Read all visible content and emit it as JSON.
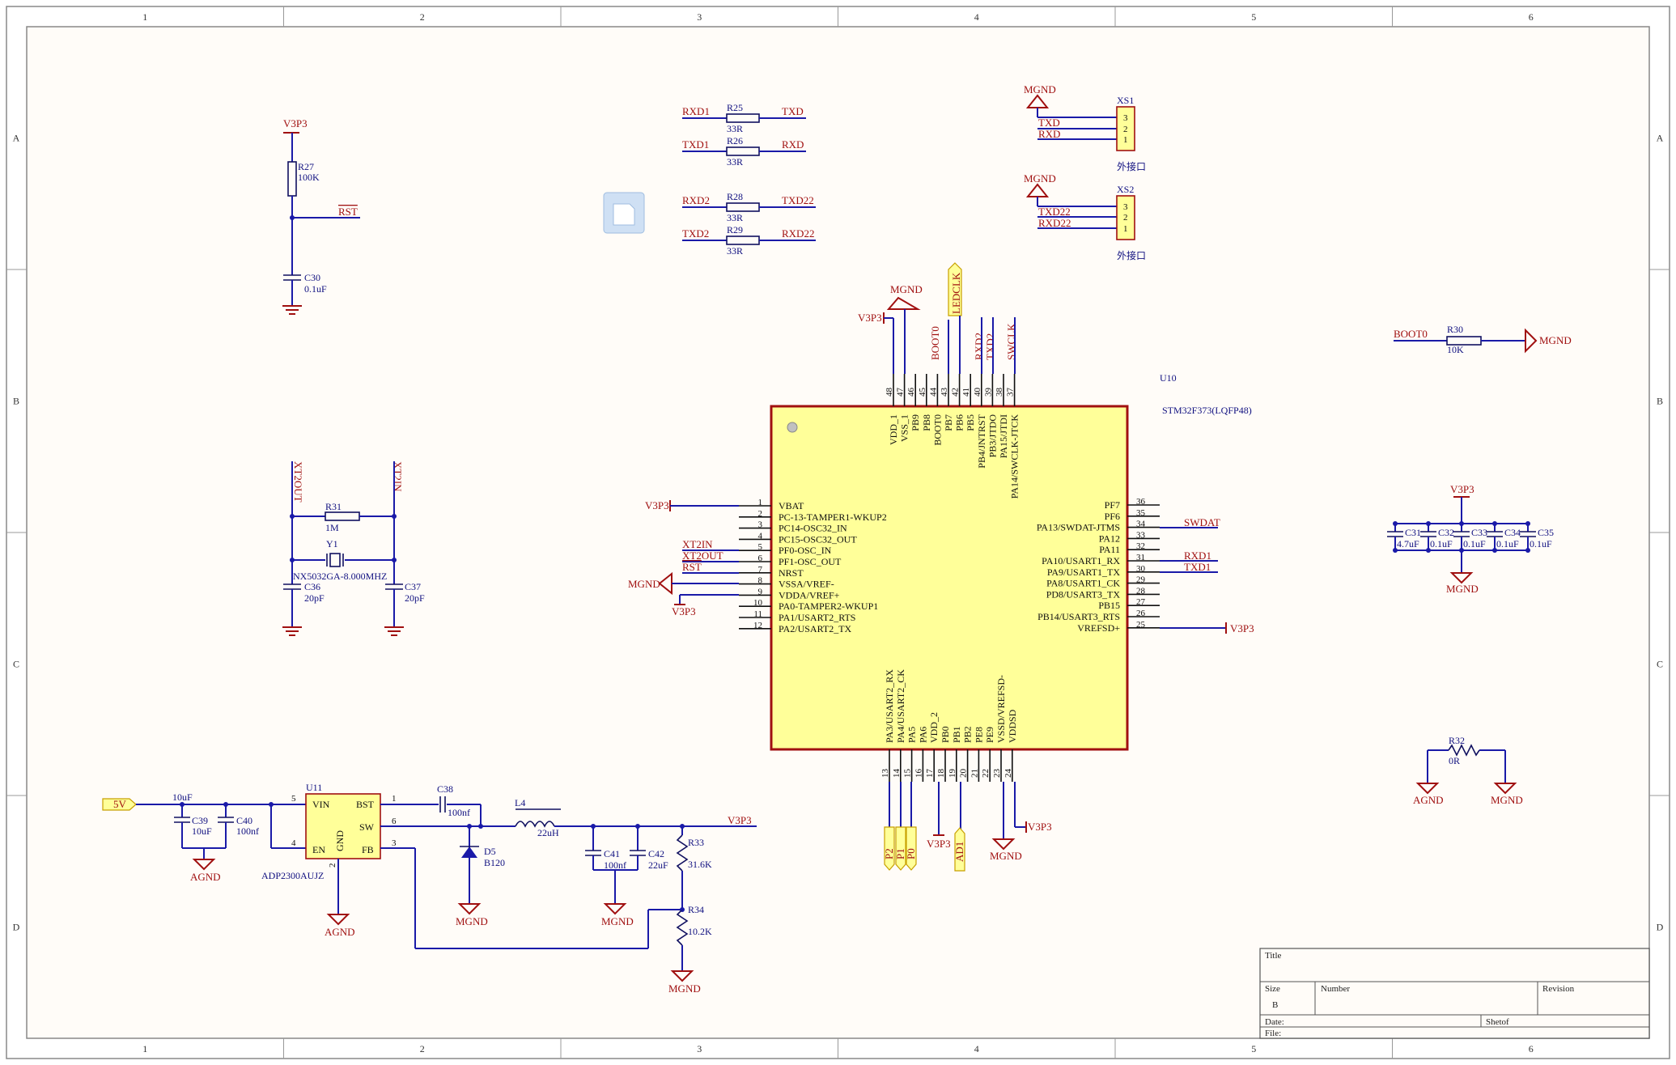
{
  "zones": {
    "columns": [
      "1",
      "2",
      "3",
      "4",
      "5",
      "6"
    ],
    "rows": [
      "A",
      "B",
      "C",
      "D"
    ]
  },
  "colors": {
    "wire": "#1a1aa8",
    "net_label": "#a01010",
    "ic_fill": "#ffff99",
    "ic_border": "#a01010",
    "sheet_bg": "#fffcf8"
  },
  "reset_circuit": {
    "supply": "V3P3",
    "resistor_ref": "R27",
    "resistor_val": "100K",
    "net": "RST",
    "cap_ref": "C30",
    "cap_val": "0.1uF"
  },
  "uart_resistors": [
    {
      "left": "RXD1",
      "ref": "R25",
      "val": "33R",
      "right": "TXD"
    },
    {
      "left": "TXD1",
      "ref": "R26",
      "val": "33R",
      "right": "RXD"
    },
    {
      "left": "RXD2",
      "ref": "R28",
      "val": "33R",
      "right": "TXD22"
    },
    {
      "left": "TXD2",
      "ref": "R29",
      "val": "33R",
      "right": "RXD22"
    }
  ],
  "connectors": [
    {
      "ref": "XS1",
      "gnd": "MGND",
      "nets": [
        "TXD",
        "RXD"
      ],
      "pins": [
        "3",
        "2",
        "1"
      ],
      "caption": "外接口"
    },
    {
      "ref": "XS2",
      "gnd": "MGND",
      "nets": [
        "TXD22",
        "RXD22"
      ],
      "pins": [
        "3",
        "2",
        "1"
      ],
      "caption": "外接口"
    }
  ],
  "crystal": {
    "net_left": "XT2OUT",
    "net_right": "XT2IN",
    "res_ref": "R31",
    "res_val": "1M",
    "xtal_ref": "Y1",
    "xtal_part": "NX5032GA-8.000MHZ",
    "cap_left_ref": "C36",
    "cap_left_val": "20pF",
    "cap_right_ref": "C37",
    "cap_right_val": "20pF"
  },
  "mcu": {
    "ref": "U10",
    "part": "STM32F373(LQFP48)",
    "left_pins": [
      {
        "num": "1",
        "name": "VBAT"
      },
      {
        "num": "2",
        "name": "PC-13-TAMPER1-WKUP2"
      },
      {
        "num": "3",
        "name": "PC14-OSC32_IN"
      },
      {
        "num": "4",
        "name": "PC15-OSC32_OUT"
      },
      {
        "num": "5",
        "name": "PF0-OSC_IN"
      },
      {
        "num": "6",
        "name": "PF1-OSC_OUT"
      },
      {
        "num": "7",
        "name": "NRST"
      },
      {
        "num": "8",
        "name": "VSSA/VREF-"
      },
      {
        "num": "9",
        "name": "VDDA/VREF+"
      },
      {
        "num": "10",
        "name": "PA0-TAMPER2-WKUP1"
      },
      {
        "num": "11",
        "name": "PA1/USART2_RTS"
      },
      {
        "num": "12",
        "name": "PA2/USART2_TX"
      }
    ],
    "right_pins": [
      {
        "num": "36",
        "name": "PF7"
      },
      {
        "num": "35",
        "name": "PF6"
      },
      {
        "num": "34",
        "name": "PA13/SWDAT-JTMS"
      },
      {
        "num": "33",
        "name": "PA12"
      },
      {
        "num": "32",
        "name": "PA11"
      },
      {
        "num": "31",
        "name": "PA10/USART1_RX"
      },
      {
        "num": "30",
        "name": "PA9/USART1_TX"
      },
      {
        "num": "29",
        "name": "PA8/USART1_CK"
      },
      {
        "num": "28",
        "name": "PD8/USART3_TX"
      },
      {
        "num": "27",
        "name": "PB15"
      },
      {
        "num": "26",
        "name": "PB14/USART3_RTS"
      },
      {
        "num": "25",
        "name": "VREFSD+"
      }
    ],
    "top_pins": [
      {
        "num": "48",
        "name": "VDD_1"
      },
      {
        "num": "47",
        "name": "VSS_1"
      },
      {
        "num": "46",
        "name": "PB9"
      },
      {
        "num": "45",
        "name": "PB8"
      },
      {
        "num": "44",
        "name": "BOOT0"
      },
      {
        "num": "43",
        "name": "PB7"
      },
      {
        "num": "42",
        "name": "PB6"
      },
      {
        "num": "41",
        "name": "PB5"
      },
      {
        "num": "40",
        "name": "PB4/JNTRST"
      },
      {
        "num": "39",
        "name": "PB3/JTDO"
      },
      {
        "num": "38",
        "name": "PA15/JTDI"
      },
      {
        "num": "37",
        "name": "PA14/SWCLK-JTCK"
      }
    ],
    "bottom_pins": [
      {
        "num": "13",
        "name": "PA3/USART2_RX"
      },
      {
        "num": "14",
        "name": "PA4/USART2_CK"
      },
      {
        "num": "15",
        "name": "PA5"
      },
      {
        "num": "16",
        "name": "PA6"
      },
      {
        "num": "17",
        "name": "VDD_2"
      },
      {
        "num": "18",
        "name": "PB0"
      },
      {
        "num": "19",
        "name": "PB1"
      },
      {
        "num": "20",
        "name": "PB2"
      },
      {
        "num": "21",
        "name": "PE8"
      },
      {
        "num": "22",
        "name": "PE9"
      },
      {
        "num": "23",
        "name": "VSSD/VREFSD-"
      },
      {
        "num": "24",
        "name": "VDDSD"
      }
    ],
    "nets": {
      "vbat": "V3P3",
      "xt2in": "XT2IN",
      "xt2out": "XT2OUT",
      "rst": "RST",
      "mgnd": "MGND",
      "vdda": "V3P3",
      "swdat": "SWDAT",
      "rxd1": "RXD1",
      "txd1": "TXD1",
      "vrefsd": "V3P3",
      "vdd_top": "V3P3",
      "gnd_top": "MGND",
      "boot0": "BOOT0",
      "ledclk": "LEDCLK",
      "rxd2": "RXD2",
      "txd2": "TXD2",
      "swclk": "SWCLK",
      "p2": "P2",
      "p1": "P1",
      "p0": "P0",
      "vdd_bot": "V3P3",
      "ad1": "AD1",
      "gnd_bot": "MGND",
      "vddsd": "V3P3"
    }
  },
  "boot_circuit": {
    "net": "BOOT0",
    "ref": "R30",
    "val": "10K",
    "gnd": "MGND"
  },
  "decoupling": {
    "supply": "V3P3",
    "caps": [
      {
        "ref": "C31",
        "val": "4.7uF"
      },
      {
        "ref": "C32",
        "val": "0.1uF"
      },
      {
        "ref": "C33",
        "val": "0.1uF"
      },
      {
        "ref": "C34",
        "val": "0.1uF"
      },
      {
        "ref": "C35",
        "val": "0.1uF"
      }
    ],
    "gnd": "MGND"
  },
  "gnd_link": {
    "ref": "R32",
    "val": "0R",
    "left": "AGND",
    "right": "MGND"
  },
  "regulator": {
    "input": "5V",
    "input_cap_label": "10uF",
    "c39_ref": "C39",
    "c39_val": "10uF",
    "c40_ref": "C40",
    "c40_val": "100nf",
    "in_gnd": "AGND",
    "ref": "U11",
    "part": "ADP2300AUJZ",
    "pins": {
      "vin": "VIN",
      "bst": "BST",
      "sw": "SW",
      "gnd": "GND",
      "en": "EN",
      "fb": "FB"
    },
    "pin_nums": {
      "vin": "5",
      "en": "4",
      "bst": "1",
      "sw": "6",
      "fb": "3",
      "gnd": "2"
    },
    "ic_gnd": "AGND",
    "c38_ref": "C38",
    "c38_val": "100nf",
    "inductor_ref": "L4",
    "inductor_val": "22uH",
    "diode_ref": "D5",
    "diode_val": "B120",
    "diode_gnd": "MGND",
    "c41_ref": "C41",
    "c41_val": "100nf",
    "c42_ref": "C42",
    "c42_val": "22uF",
    "cap_gnd": "MGND",
    "output": "V3P3",
    "r33_ref": "R33",
    "r33_val": "31.6K",
    "r34_ref": "R34",
    "r34_val": "10.2K",
    "fb_gnd": "MGND"
  },
  "title_block": {
    "title_label": "Title",
    "size_label": "Size",
    "size_value": "B",
    "number_label": "Number",
    "revision_label": "Revision",
    "date_label": "Date:",
    "sheet_label": "Shetof",
    "file_label": "File:"
  }
}
